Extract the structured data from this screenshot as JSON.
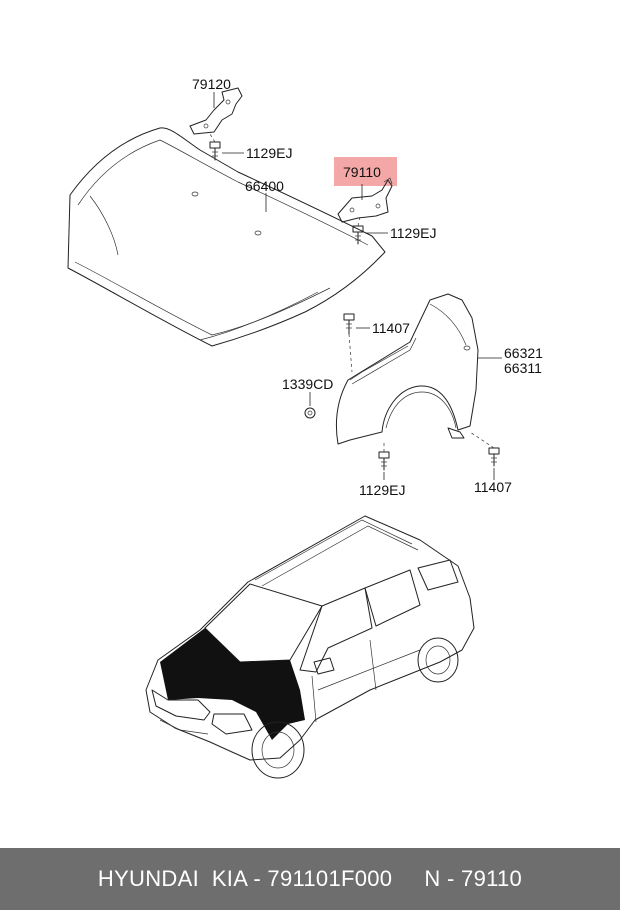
{
  "callouts": {
    "bracket_79120": "79120",
    "bolt_1129ej_a": "1129EJ",
    "hood_66400": "66400",
    "hinge_79110": "79110",
    "bolt_1129ej_b": "1129EJ",
    "bolt_11407_a": "11407",
    "fender_66321": "66321",
    "fender_66311": "66311",
    "clip_1339cd": "1339CD",
    "bolt_1129ej_c": "1129EJ",
    "bolt_11407_b": "11407"
  },
  "highlight": {
    "label": "79110",
    "color": "#f08a8a"
  },
  "footer": {
    "text": "HYUNDAI  KIA - 791101F000     N - 79110",
    "background": "#6e6e6e",
    "text_color": "#ffffff"
  }
}
